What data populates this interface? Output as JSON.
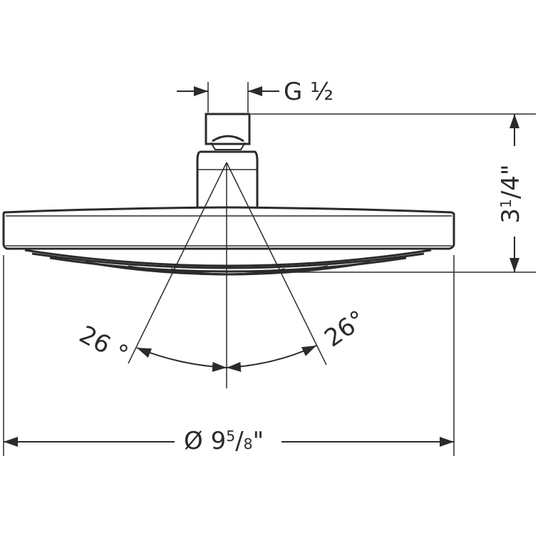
{
  "drawing": {
    "subject": "Overhead shower head dimension drawing",
    "line_color": "#2b2b2b",
    "background": "#ffffff"
  },
  "dimensions": {
    "connection": {
      "prefix": "G",
      "value": "½"
    },
    "height": {
      "whole": "3",
      "num": "1",
      "den": "4",
      "unit": "\""
    },
    "diameter": {
      "symbol": "Ø",
      "whole": "9",
      "num": "5",
      "den": "8",
      "unit": "\""
    },
    "angle_left": {
      "value": "26",
      "unit": "°"
    },
    "angle_right": {
      "value": "26",
      "unit": "°"
    }
  }
}
